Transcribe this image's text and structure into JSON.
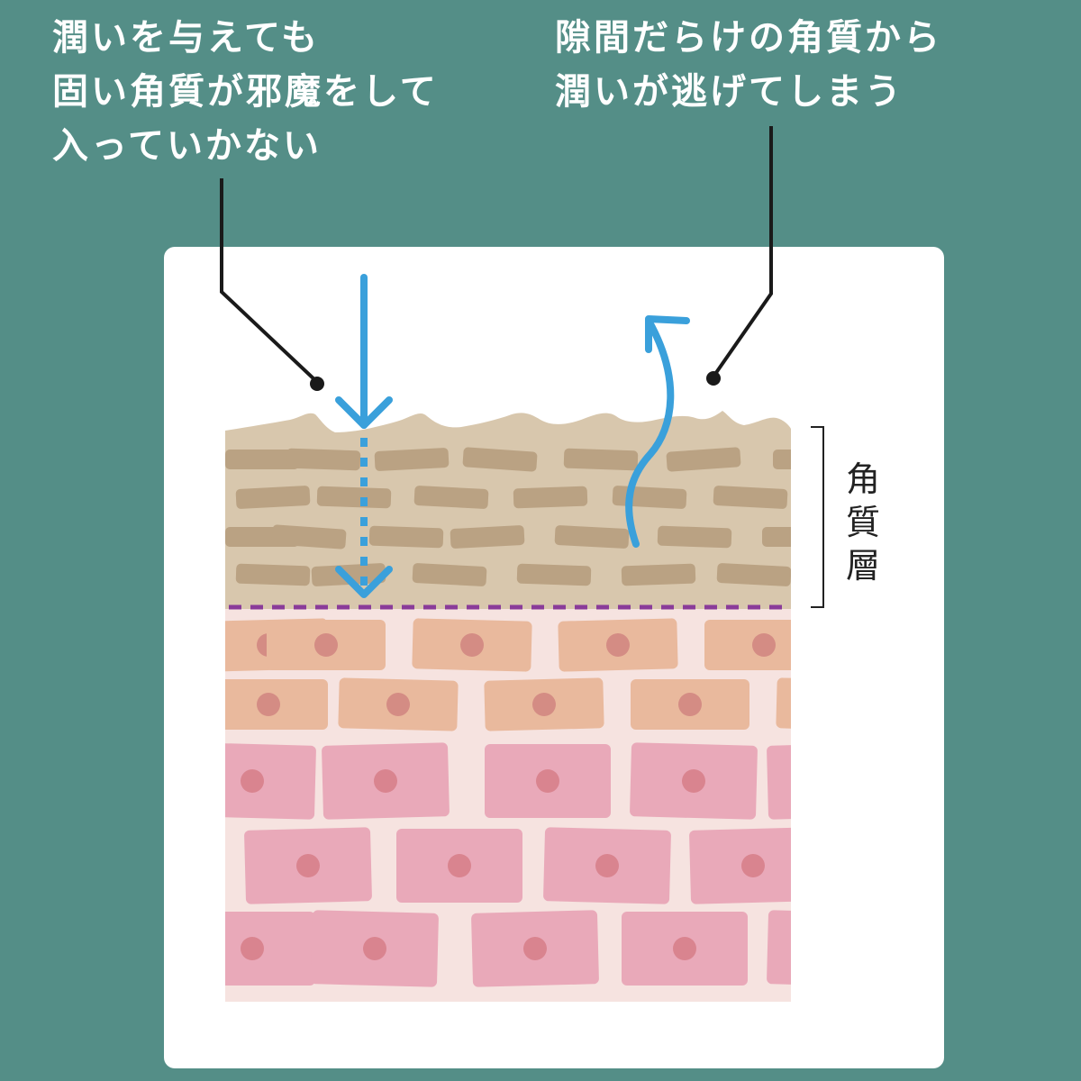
{
  "captions": {
    "left": [
      "潤いを与えても",
      "固い角質が邪魔をして",
      "入っていかない"
    ],
    "right": [
      "隙間だらけの角質から",
      "潤いが逃げてしまう"
    ]
  },
  "layer_label": [
    "角",
    "質",
    "層"
  ],
  "colors": {
    "background": "#548e87",
    "card": "#ffffff",
    "arrow": "#3aa0db",
    "leader_line": "#1a1a1a",
    "stratum_corneum": "#d8c7ad",
    "keratin_cell": "#baa283",
    "boundary_dashed": "#8a3b99",
    "upper_cell": "#e9b99d",
    "upper_nucleus": "#d48c84",
    "lower_cell": "#e9a9b9",
    "lower_nucleus": "#d9848f",
    "tissue_background": "#f6e3e0"
  }
}
